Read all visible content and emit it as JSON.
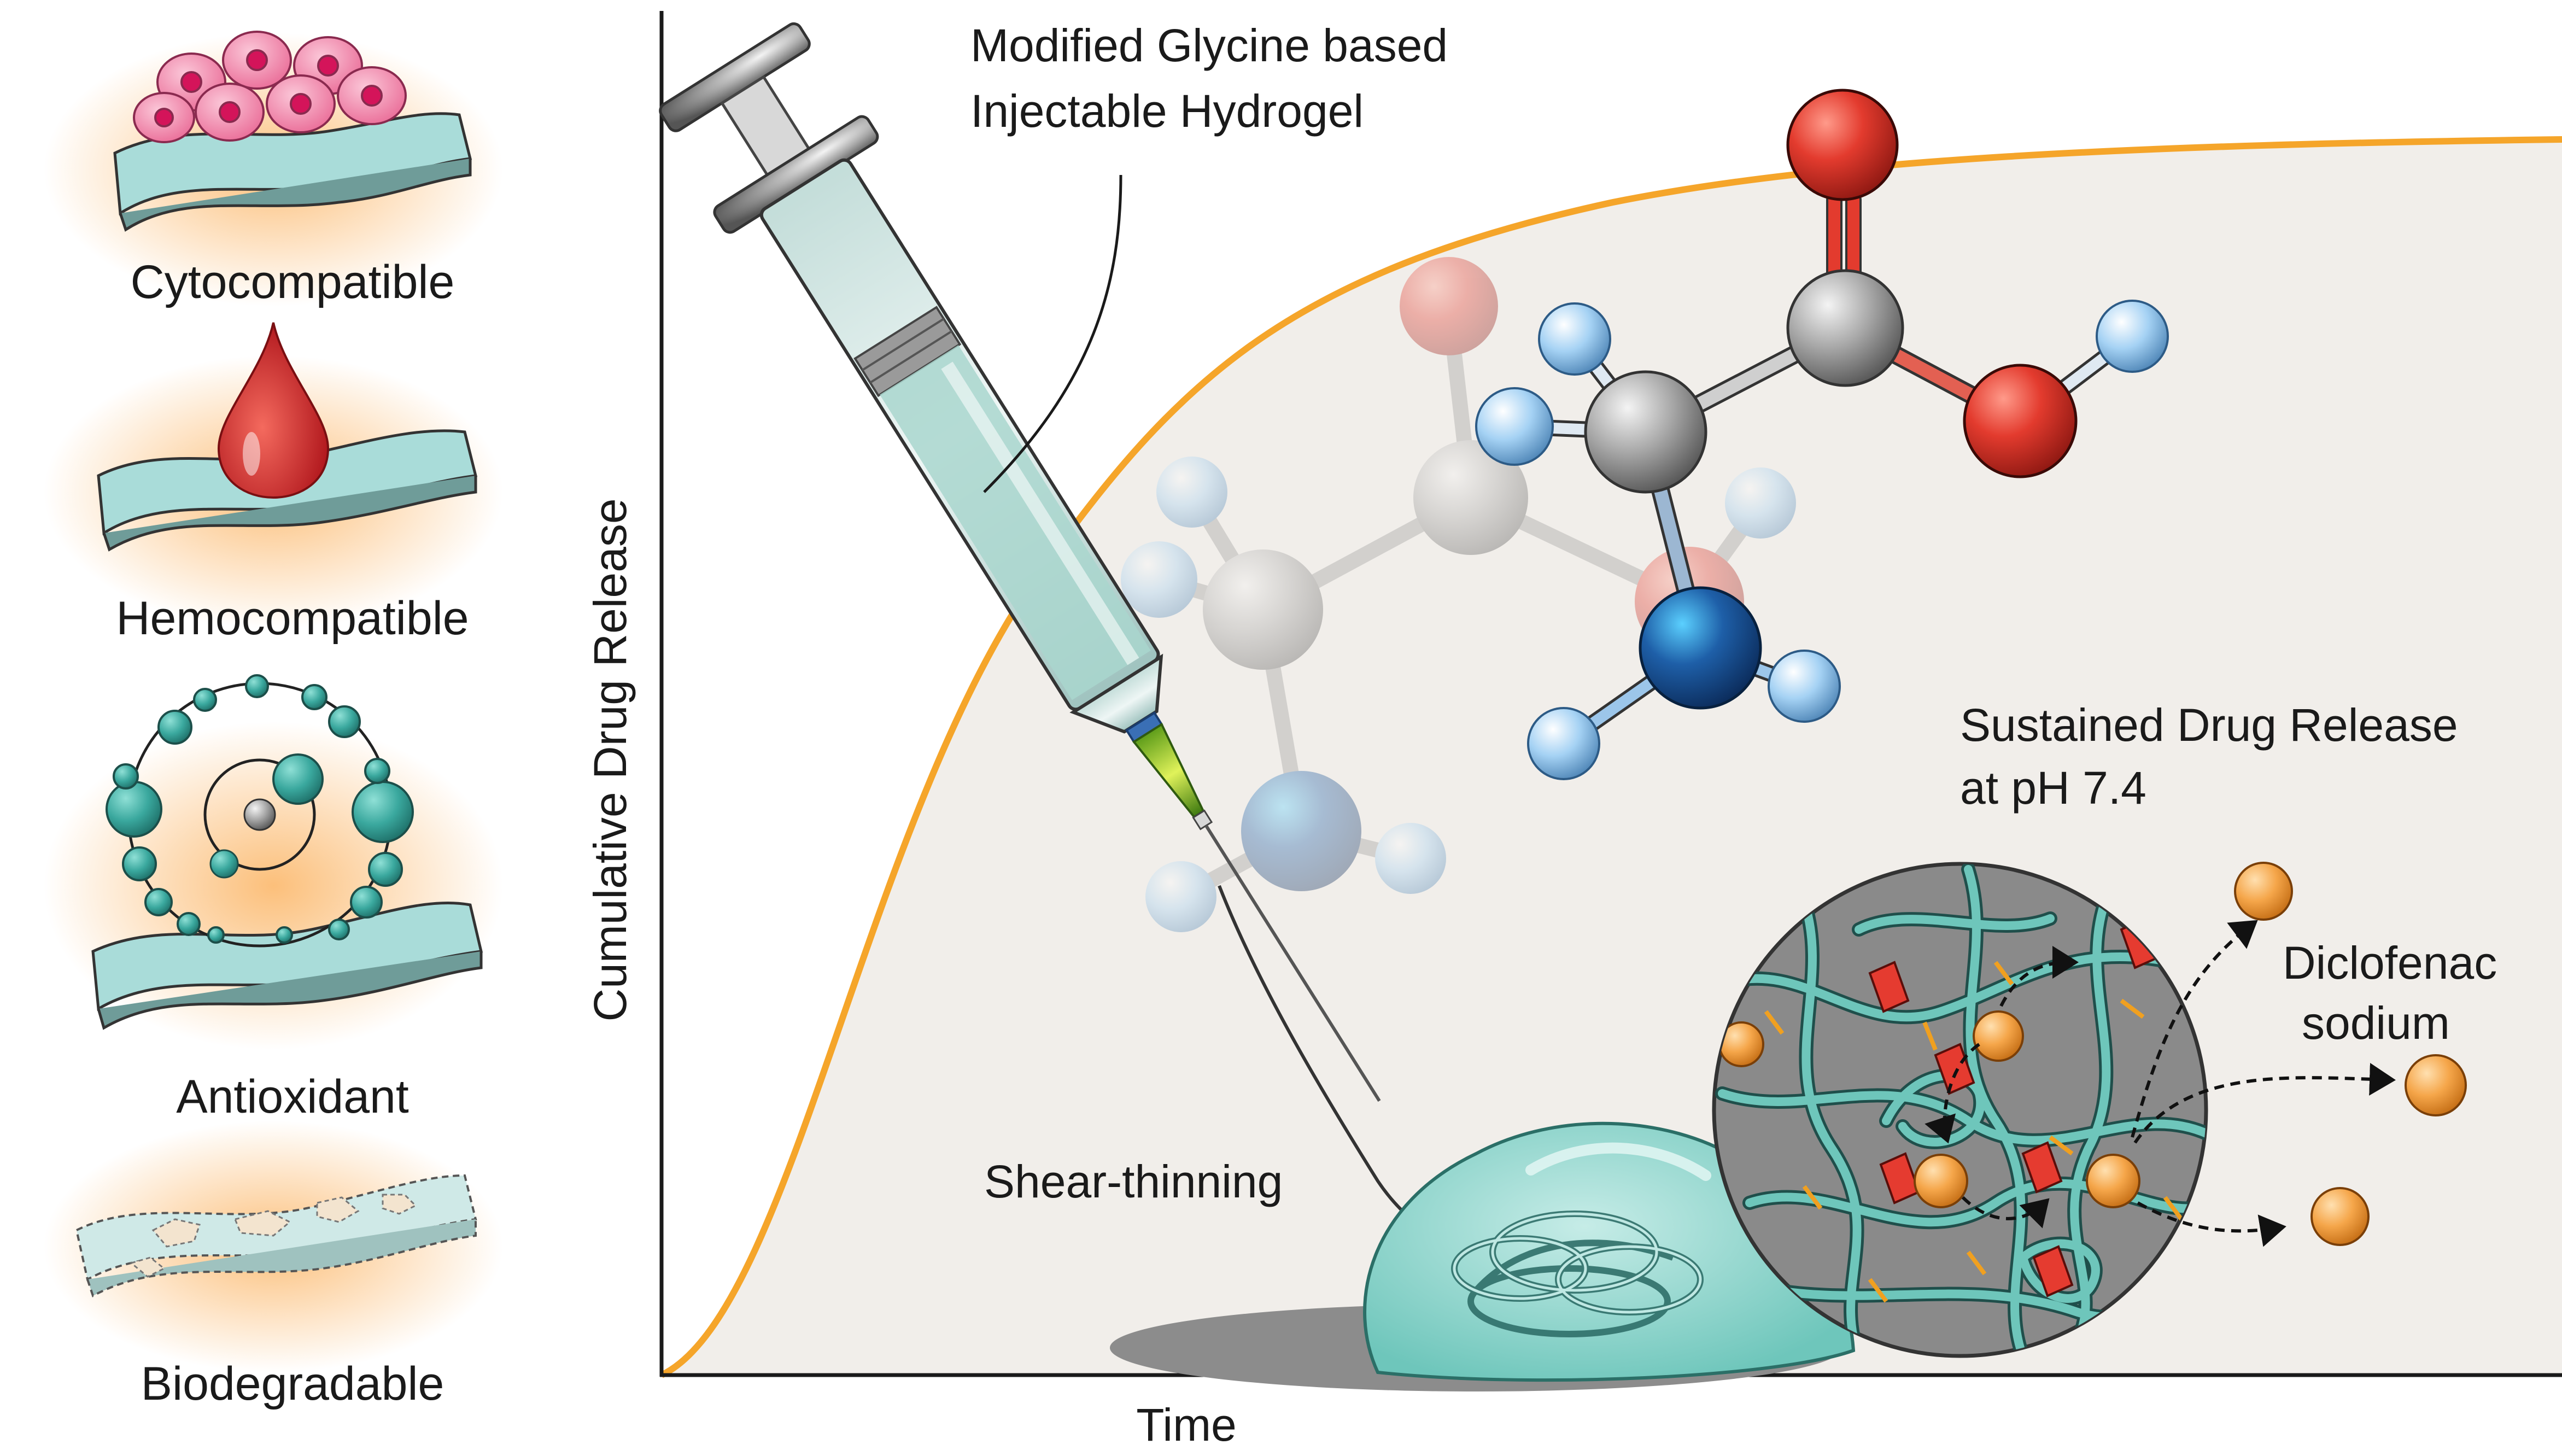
{
  "properties": [
    {
      "label": "Cytocompatible",
      "icon": "cells-on-tissue-icon"
    },
    {
      "label": "Hemocompatible",
      "icon": "blood-drop-on-tissue-icon"
    },
    {
      "label": "Antioxidant",
      "icon": "radical-scavenging-icon"
    },
    {
      "label": "Biodegradable",
      "icon": "degrading-tissue-icon"
    }
  ],
  "graph": {
    "x_axis_label": "Time",
    "y_axis_label": "Cumulative Drug Release"
  },
  "annotations": {
    "hydrogel_line1": "Modified Glycine based",
    "hydrogel_line2": "Injectable Hydrogel",
    "shear": "Shear-thinning",
    "release_line1": "Sustained Drug Release",
    "release_line2": "at pH 7.4",
    "drug_line1": "Diclofenac",
    "drug_line2": "sodium"
  },
  "colors": {
    "release_curve": "#f5a52a",
    "curve_fill": "#f1eeea",
    "tissue": "#a9dcd9",
    "cell_pink": "#f088ad",
    "blood_red": "#d7262b",
    "antioxidant_teal": "#3aa89e",
    "hydrogel": "#6ec6bb",
    "drug_orange": "#f5a64a",
    "oxygen": "#e33b2e",
    "carbon": "#a7a7a7",
    "hydrogen": "#a5d2f4",
    "nitrogen": "#1e5fa8"
  }
}
